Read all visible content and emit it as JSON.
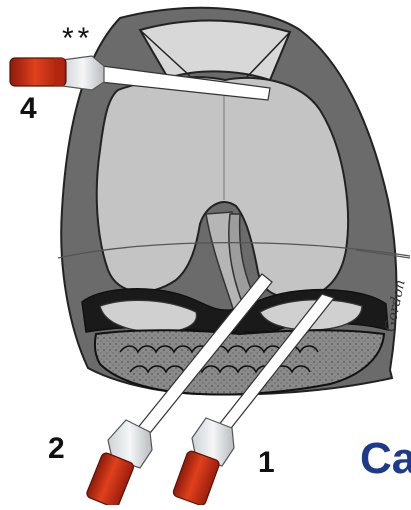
{
  "labels": {
    "needle_1": "1",
    "needle_2": "2",
    "needle_4": "4",
    "marker": "**"
  },
  "caption": "Ca",
  "signature": "Gordon",
  "colors": {
    "dark_tissue": "#6b6b6b",
    "bone": "#c4c4c4",
    "needle_hub": "#c62a12",
    "caption": "#1e3a8a"
  }
}
